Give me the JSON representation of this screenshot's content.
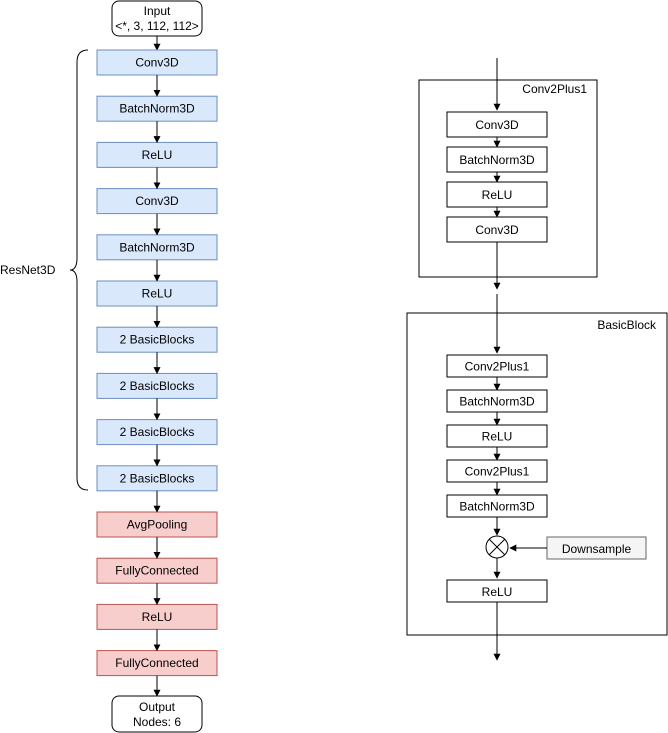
{
  "left_column": {
    "input_node": {
      "line1": "Input",
      "line2": "<*, 3, 112, 112>"
    },
    "resnet_layers": [
      "Conv3D",
      "BatchNorm3D",
      "ReLU",
      "Conv3D",
      "BatchNorm3D",
      "ReLU",
      "2 BasicBlocks",
      "2 BasicBlocks",
      "2 BasicBlocks",
      "2 BasicBlocks"
    ],
    "head_layers": [
      "AvgPooling",
      "FullyConnected",
      "ReLU",
      "FullyConnected"
    ],
    "output_node": {
      "line1": "Output",
      "line2": "Nodes: 6"
    },
    "group_label": "ResNet3D"
  },
  "conv2plus1": {
    "title": "Conv2Plus1",
    "layers": [
      "Conv3D",
      "BatchNorm3D",
      "ReLU",
      "Conv3D"
    ]
  },
  "basicblock": {
    "title": "BasicBlock",
    "layers": [
      "Conv2Plus1",
      "BatchNorm3D",
      "ReLU",
      "Conv2Plus1",
      "BatchNorm3D"
    ],
    "after_sum": "ReLU",
    "downsample": "Downsample"
  },
  "colors": {
    "resnet_fill": "#dae8fc",
    "resnet_stroke": "#6c8ebf",
    "head_fill": "#f8cecc",
    "head_stroke": "#b85450",
    "downsample_fill": "#f5f5f5",
    "downsample_stroke": "#666666",
    "line": "#000000"
  }
}
